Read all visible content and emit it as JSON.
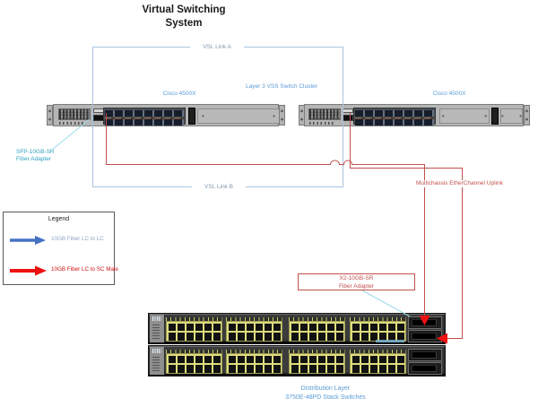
{
  "page": {
    "title_line1": "Virtual Switching",
    "title_line2": "System"
  },
  "diagram": {
    "vsl_link_a": "VSL Link A",
    "vsl_link_b": "VSL Link B",
    "switch_left_label": "Cisco 4500X",
    "switch_right_label": "Cisco 4500X",
    "cluster_label": "Layer 3 VSS Switch Cluster",
    "sfp_adapter_line1": "SFP-10GB-SR",
    "sfp_adapter_line2": "Fiber Adapter",
    "mec_uplink_label": "Multichassis EtherChannel Uplink",
    "x2_adapter_line1": "X2-10GB-SR",
    "x2_adapter_line2": "Fiber Adapter",
    "distribution_line1": "Distribution Layer",
    "distribution_line2": "3750E-48PD Stack Switches"
  },
  "legend": {
    "title": "Legend",
    "items": [
      {
        "label": "10GB Fiber LC to LC",
        "arrow_color": "#4472C4",
        "text_color": "#8EA5C6"
      },
      {
        "label": "10GB Fiber LC to SC Male",
        "arrow_color": "#EE1111",
        "text_color": "#CC1111"
      }
    ]
  },
  "colors": {
    "vsl_line": "#A9C4DE",
    "vsl_label": "#8496B0",
    "uplink_line": "#C0504D",
    "uplink_label": "#C0504D",
    "arrowhead": "#EE1111",
    "device_label": "#5B9BD5",
    "adapter_label": "#31A0BE",
    "adapter_line": "#9ADCE8",
    "x2_box_border": "#C0504D"
  }
}
